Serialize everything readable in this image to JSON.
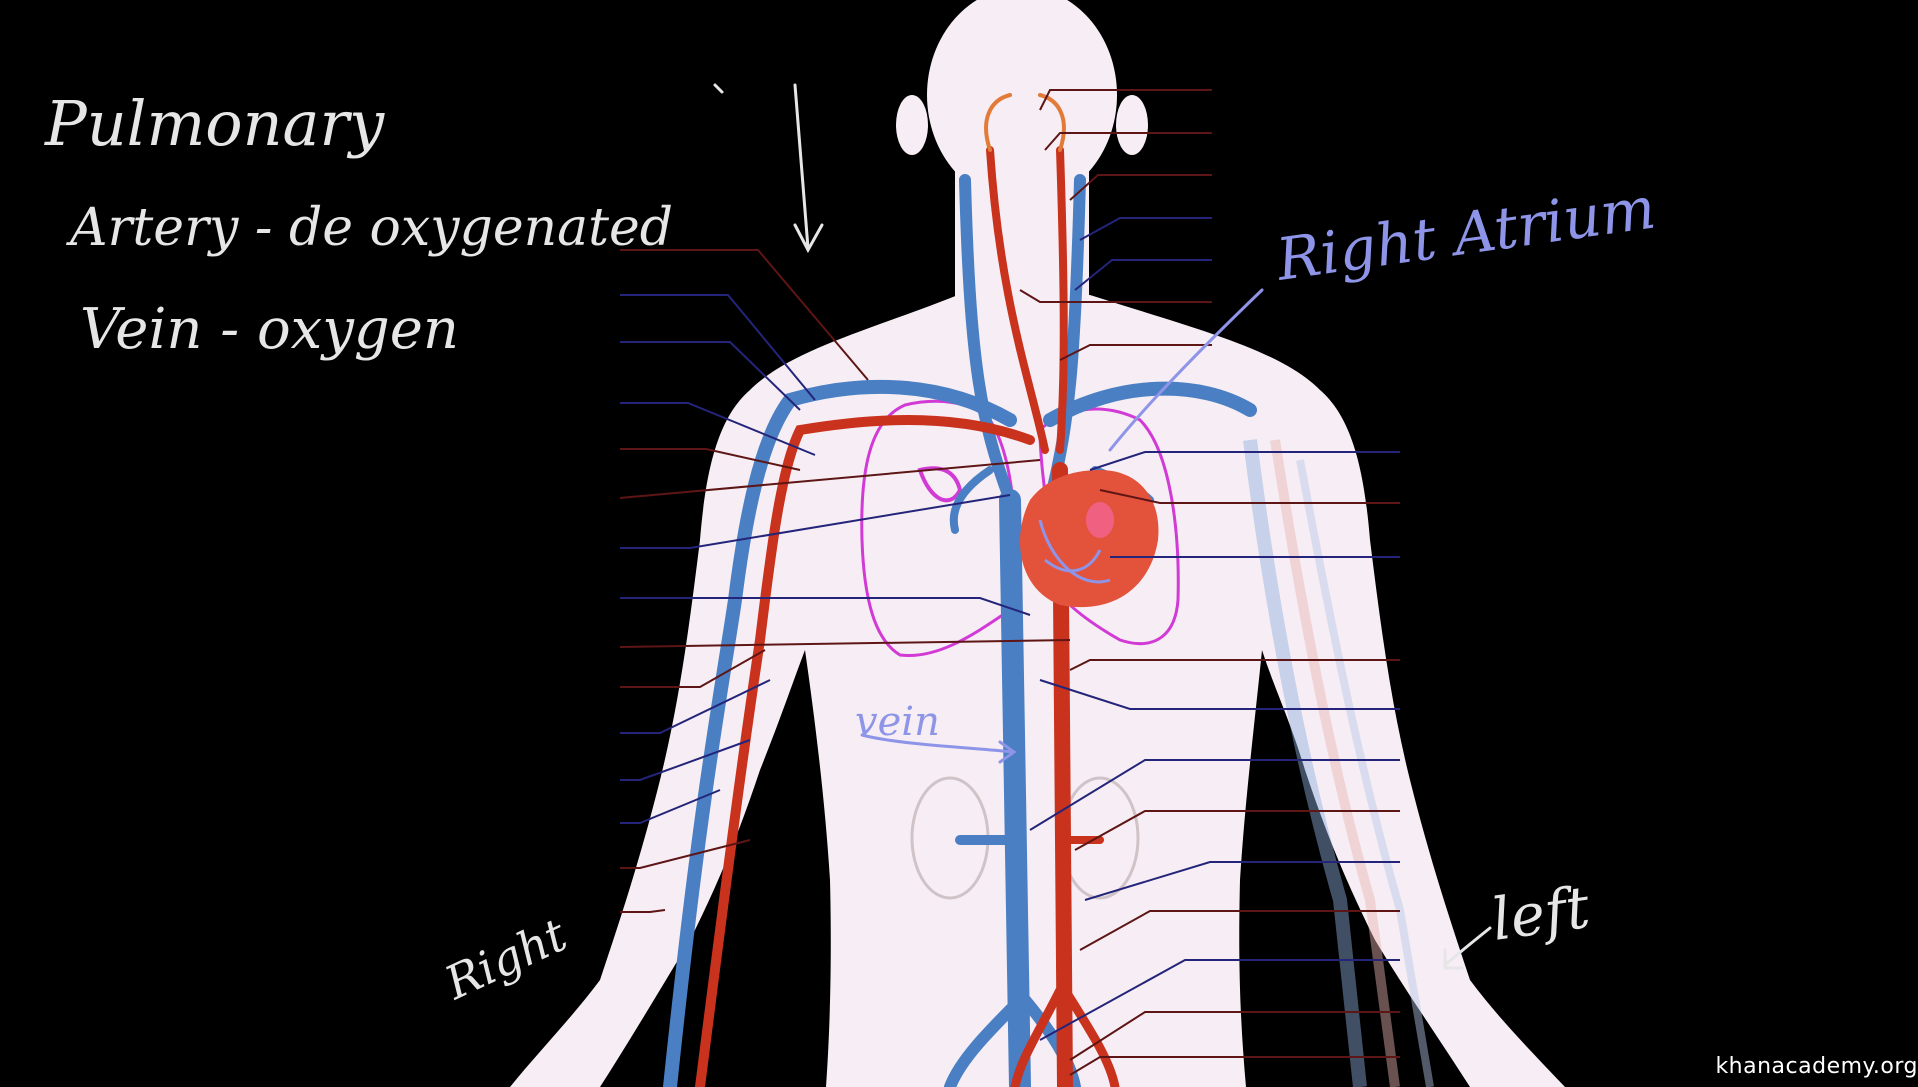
{
  "handwriting": {
    "pulmonary": "Pulmonary",
    "artery": "Artery - de oxygenated",
    "vein_line": "Vein - oxygen",
    "right_atrium": "Right Atrium",
    "vein_label": "vein",
    "right": "Right",
    "left": "left"
  },
  "watermark": "khanacademy.org",
  "colors": {
    "background": "#000000",
    "body_fill": "#f6eef4",
    "vein": "#4a7fc4",
    "artery": "#c9321d",
    "heart": "#e3523a",
    "lung_outline": "#d23ad6",
    "kidney": "#e0d8d8",
    "leader_blue": "#24257a",
    "leader_red": "#5e1515",
    "chalk_white": "#e6e6e6",
    "chalk_blue": "#8e95e8"
  }
}
